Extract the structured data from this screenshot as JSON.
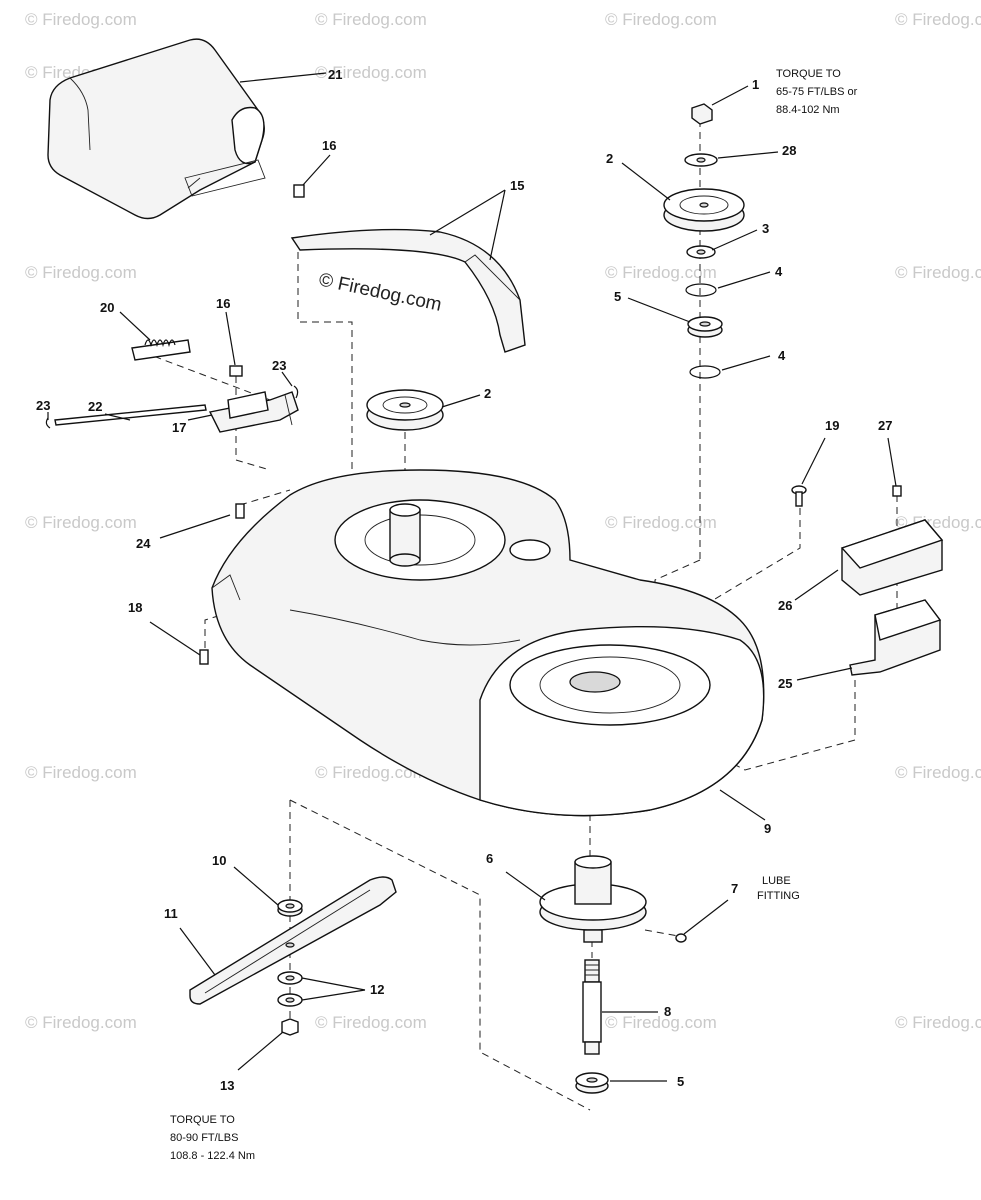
{
  "watermark": {
    "brand": "© Firedog.com",
    "center_text": "© Firedog.com"
  },
  "notes": {
    "top_torque": [
      "TORQUE TO",
      "65-75 FT/LBS or",
      "88.4-102 Nm"
    ],
    "bottom_torque": [
      "TORQUE TO",
      "80-90 FT/LBS",
      "108.8 - 122.4 Nm"
    ],
    "lube": [
      "LUBE",
      "FITTING"
    ]
  },
  "callouts": {
    "c1": "1",
    "c2a": "2",
    "c28": "28",
    "c3": "3",
    "c4a": "4",
    "c5a": "5",
    "c4b": "4",
    "c2b": "2",
    "c15": "15",
    "c16a": "16",
    "c21": "21",
    "c20": "20",
    "c16b": "16",
    "c23a": "23",
    "c23b": "23",
    "c22": "22",
    "c17": "17",
    "c24": "24",
    "c18": "18",
    "c19": "19",
    "c27": "27",
    "c26": "26",
    "c25": "25",
    "c9": "9",
    "c6": "6",
    "c7": "7",
    "c8": "8",
    "c5b": "5",
    "c10": "10",
    "c11": "11",
    "c12": "12",
    "c13": "13"
  }
}
